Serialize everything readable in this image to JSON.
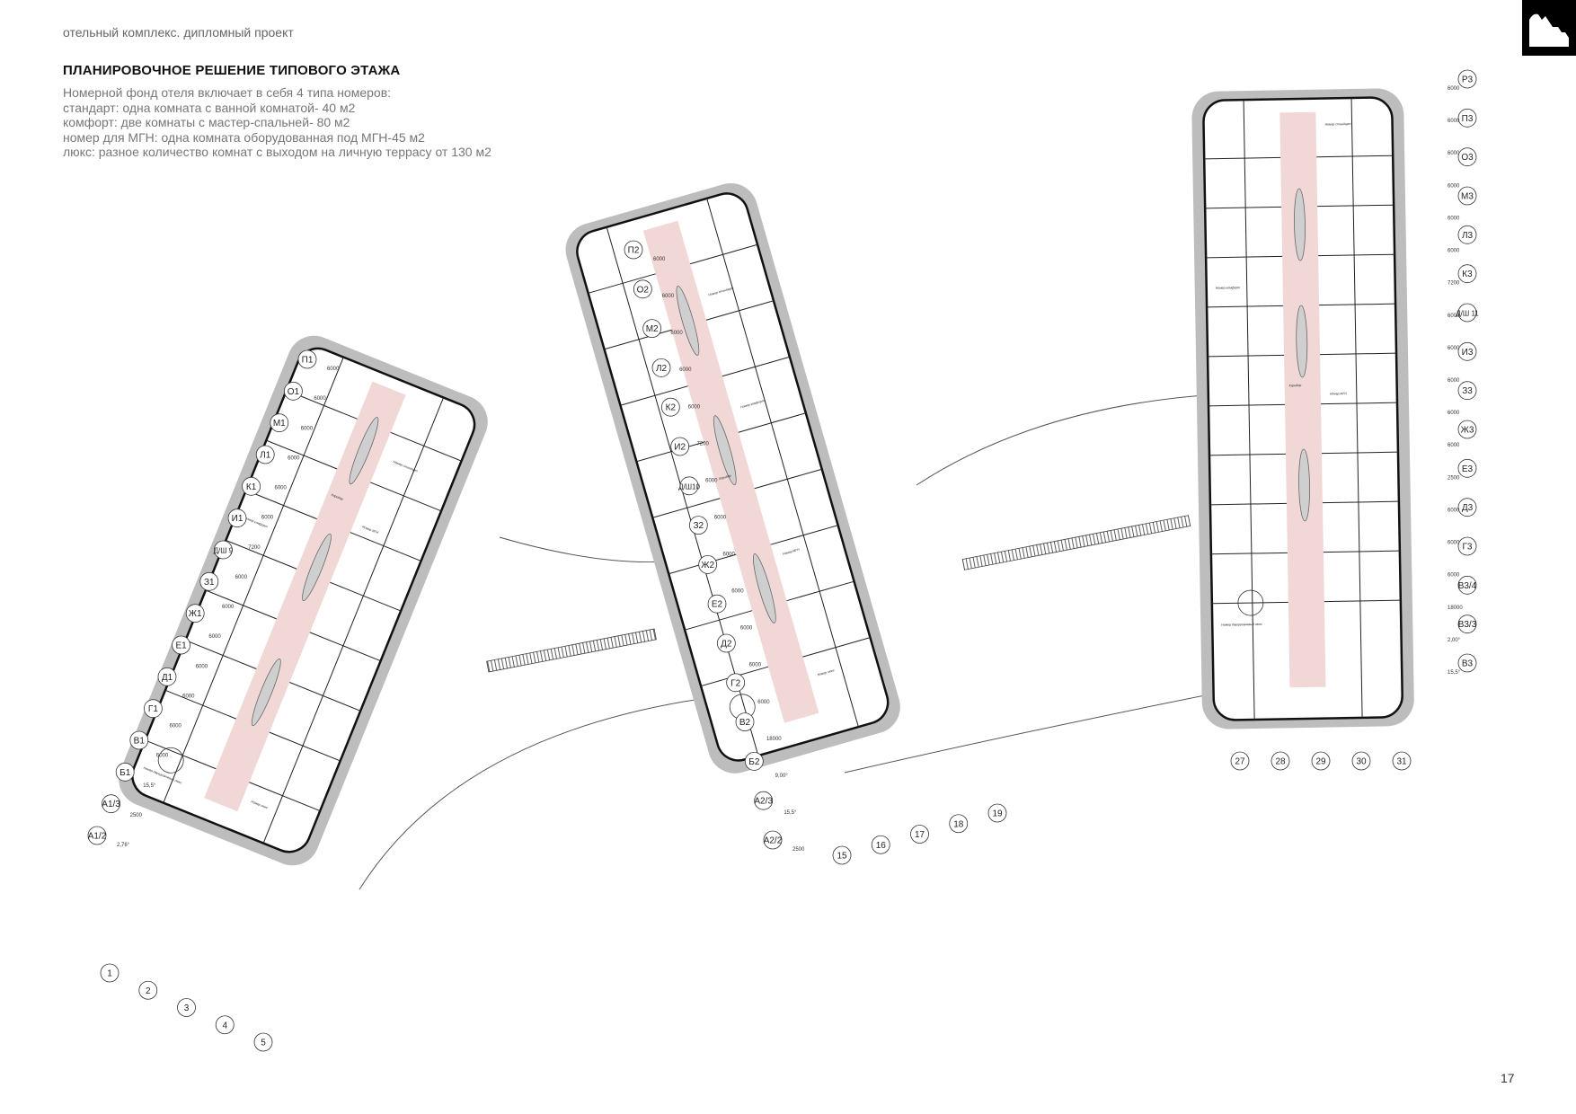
{
  "header": {
    "subtitle": "отельный комплекс. дипломный проект",
    "title": "ПЛАНИРОВОЧНОЕ РЕШЕНИЕ ТИПОВОГО ЭТАЖА",
    "description": [
      "Номерной фонд отеля включает в себя 4 типа номеров:",
      "стандарт: одна комната с ванной комнатой- 40 м2",
      "комфорт: две комнаты с мастер-спальней- 80 м2",
      "номер для МГН: одна комната оборудованная под МГН-45 м2",
      "люкс: разное количество комнат с выходом на личную террасу от 130 м2"
    ]
  },
  "page_number": "17",
  "colors": {
    "corridor": "#f1d8d6",
    "wall": "#1a1a1a",
    "shadow": "#bdbdbd",
    "floor": "#ffffff"
  },
  "buildings": [
    {
      "row_axes": [
        "П1",
        "О1",
        "М1",
        "Л1",
        "К1",
        "И1",
        "Д/Ш 9",
        "З1",
        "Ж1",
        "Е1",
        "Д1",
        "Г1",
        "В1",
        "Б1",
        "А1/3",
        "А1/2"
      ],
      "col_axes": [
        "1",
        "2",
        "3",
        "4",
        "5"
      ],
      "dims": [
        "6000",
        "6000",
        "6000",
        "6000",
        "6000",
        "6000",
        "7200",
        "6000",
        "6000",
        "6000",
        "6000",
        "6000",
        "6000",
        "6000",
        "15,5°",
        "2500",
        "2,76°"
      ],
      "rooms": [
        {
          "label": "Номер стандарт"
        },
        {
          "label": "Номер комфорт"
        },
        {
          "label": "Коридор"
        },
        {
          "label": "Номер МГН"
        },
        {
          "label": "Номер люкс"
        },
        {
          "label": "Номер двухуровневый люкс"
        }
      ]
    },
    {
      "row_axes": [
        "П2",
        "О2",
        "М2",
        "Л2",
        "К2",
        "И2",
        "Д/Ш10",
        "З2",
        "Ж2",
        "Е2",
        "Д2",
        "Г2",
        "В2",
        "Б2",
        "А2/3",
        "А2/2"
      ],
      "col_axes": [
        "15",
        "16",
        "17",
        "18",
        "19"
      ],
      "dims": [
        "6000",
        "6000",
        "6000",
        "6000",
        "6000",
        "7200",
        "6000",
        "6000",
        "6000",
        "6000",
        "6000",
        "6000",
        "6000",
        "18000",
        "9,00°",
        "15,5°",
        "2500"
      ],
      "rooms": [
        {
          "label": "Номер стандарт"
        },
        {
          "label": "Номер комфорт"
        },
        {
          "label": "Коридор"
        },
        {
          "label": "Номер МГН"
        },
        {
          "label": "Номер люкс"
        }
      ]
    },
    {
      "row_axes": [
        "Р3",
        "П3",
        "О3",
        "М3",
        "Л3",
        "К3",
        "Д/Ш 11",
        "И3",
        "З3",
        "Ж3",
        "Е3",
        "Д3",
        "Г3",
        "В3/4",
        "В3/3",
        "В3"
      ],
      "col_axes": [
        "27",
        "28",
        "29",
        "30",
        "31"
      ],
      "dims": [
        "6000",
        "6000",
        "6000",
        "6000",
        "6000",
        "6000",
        "7200",
        "6000",
        "6000",
        "6000",
        "6000",
        "6000",
        "2500",
        "6000",
        "6000",
        "6000",
        "18000",
        "2,00°",
        "15,5°"
      ],
      "rooms": [
        {
          "label": "Номер стандарт"
        },
        {
          "label": "Номер комфорт"
        },
        {
          "label": "Коридор"
        },
        {
          "label": "Номер МГН"
        },
        {
          "label": "Номер двухуровневый люкс"
        }
      ]
    }
  ]
}
